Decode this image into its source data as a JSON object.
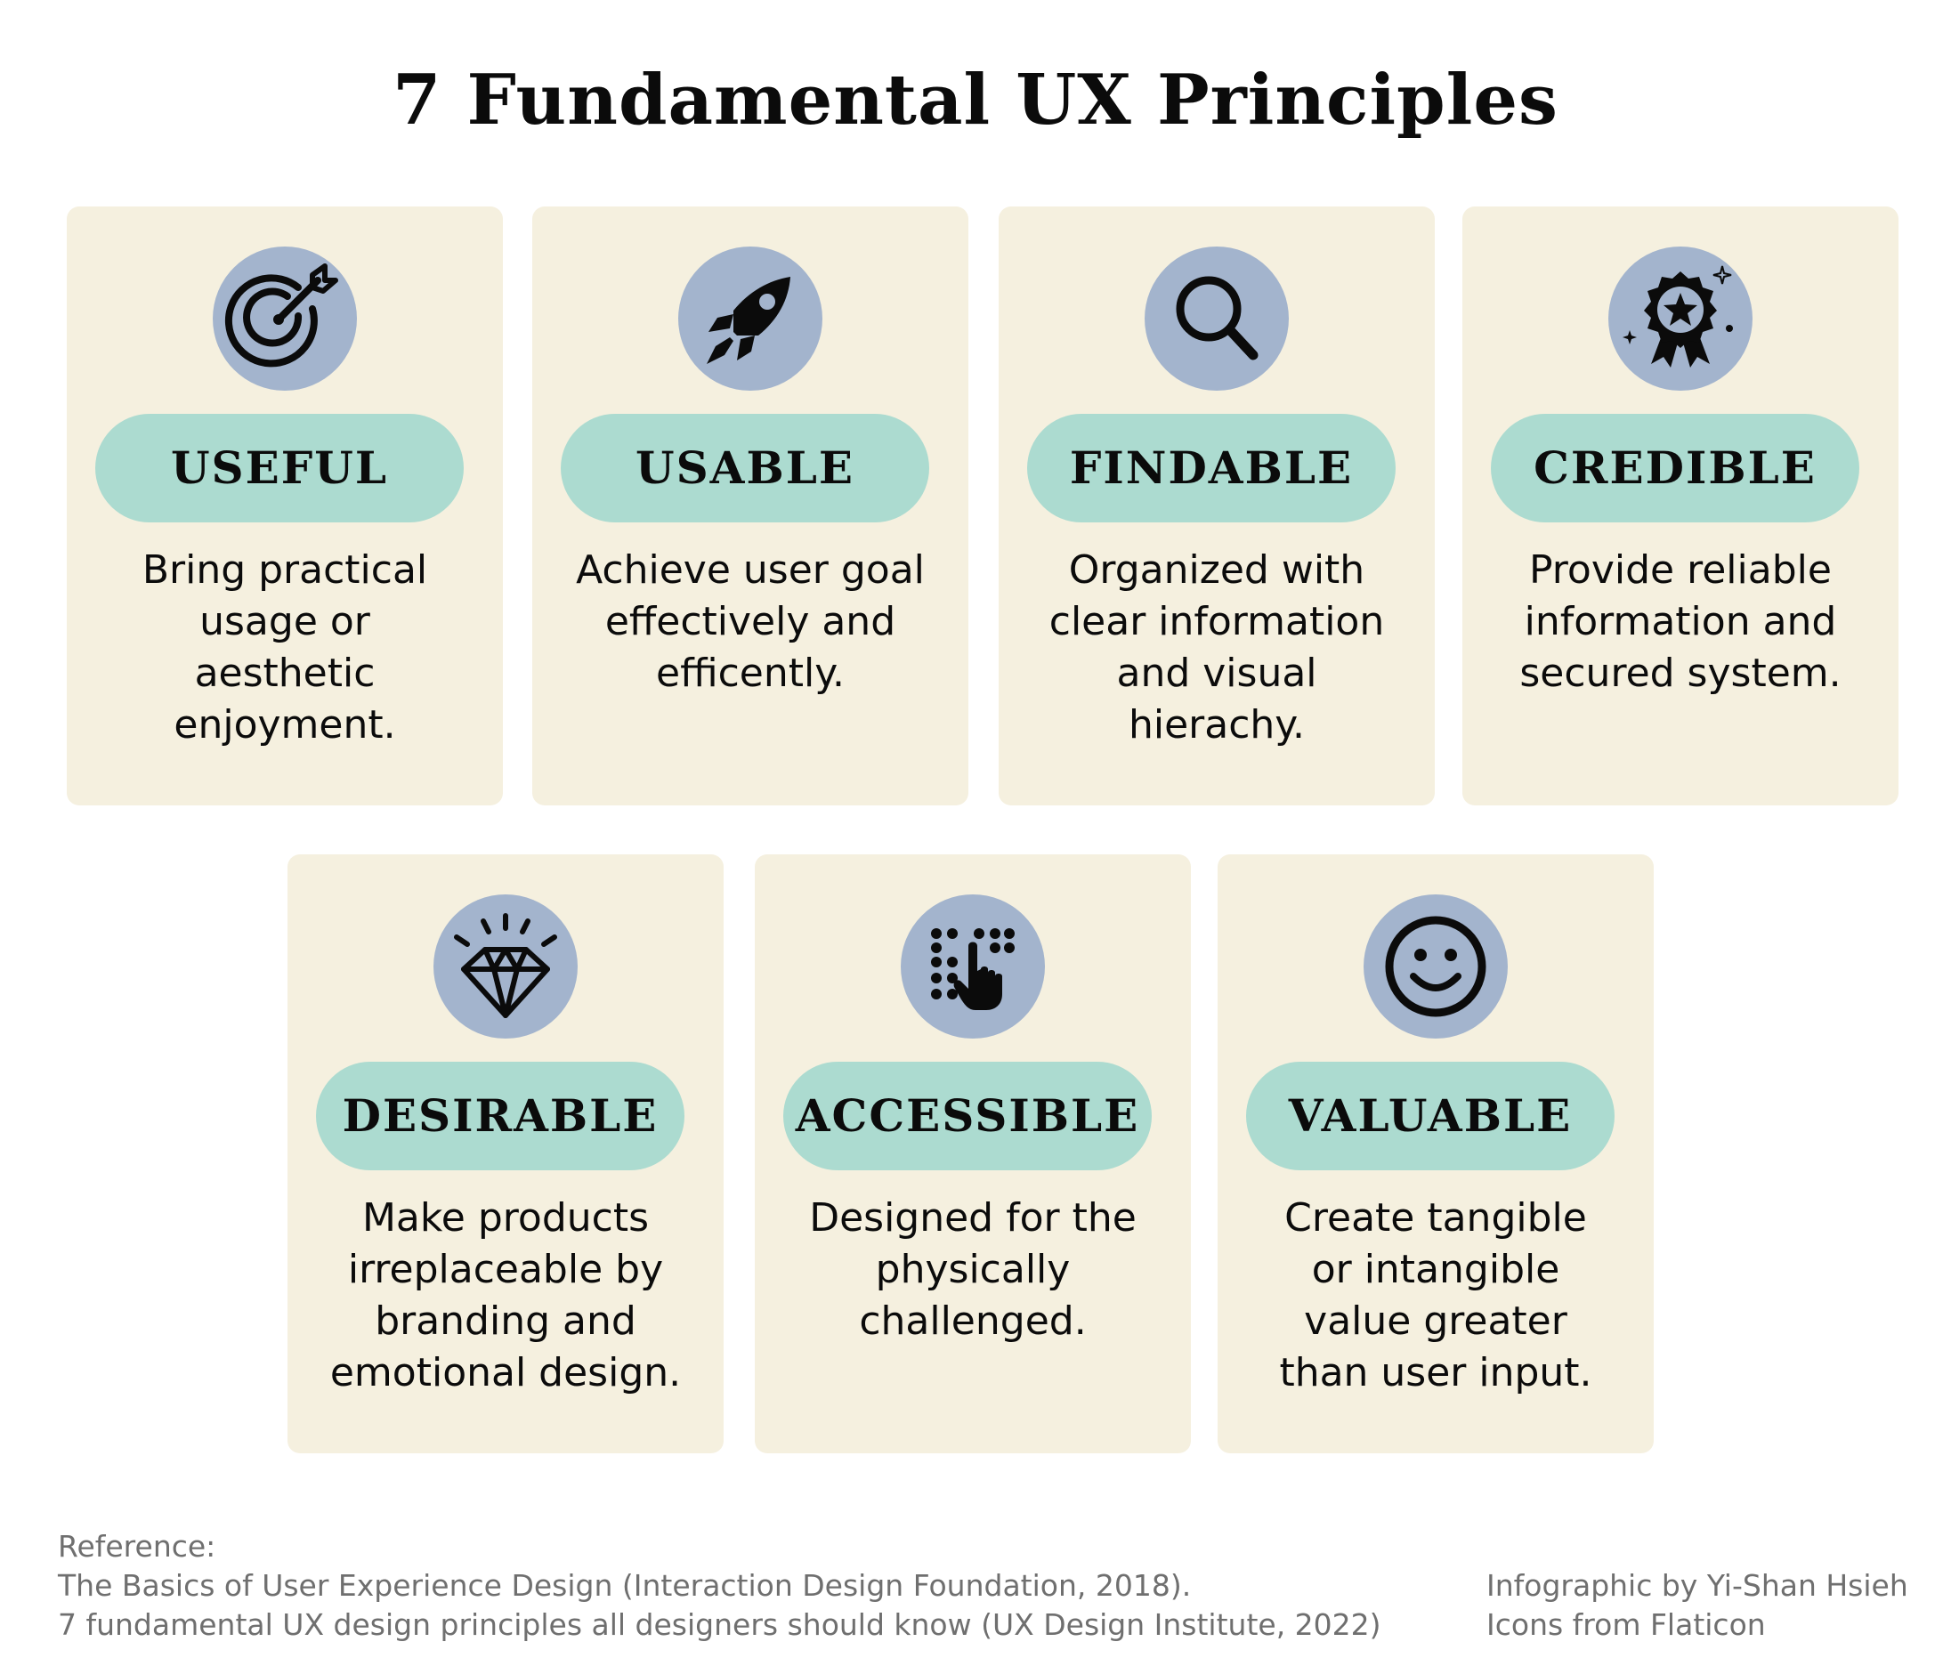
{
  "title": "7 Fundamental UX Principles",
  "colors": {
    "card_background": "#f5f0df",
    "icon_circle": "#a3b4cd",
    "label_pill": "#acdbd0",
    "footer_text": "#6f6f6f"
  },
  "principles": [
    {
      "icon": "target-icon",
      "label": "USEFUL",
      "description": [
        "Bring practical",
        "usage or",
        "aesthetic",
        "enjoyment."
      ]
    },
    {
      "icon": "rocket-icon",
      "label": "USABLE",
      "description": [
        "Achieve user goal",
        "effectively and",
        "efficently."
      ]
    },
    {
      "icon": "magnifier-icon",
      "label": "FINDABLE",
      "description": [
        "Organized with",
        "clear information",
        "and visual",
        "hierachy."
      ]
    },
    {
      "icon": "award-badge-icon",
      "label": "CREDIBLE",
      "description": [
        "Provide reliable",
        "information and",
        "secured system."
      ]
    },
    {
      "icon": "diamond-icon",
      "label": "DESIRABLE",
      "description": [
        "Make products",
        "irreplaceable by",
        "branding and",
        "emotional design."
      ]
    },
    {
      "icon": "braille-hand-icon",
      "label": "ACCESSIBLE",
      "description": [
        "Designed for the",
        "physically",
        "challenged."
      ]
    },
    {
      "icon": "smiley-icon",
      "label": "VALUABLE",
      "description": [
        "Create tangible",
        "or intangible",
        "value greater",
        "than user input."
      ]
    }
  ],
  "footer": {
    "reference_heading": "Reference:",
    "references": [
      "The Basics of User Experience Design (Interaction Design Foundation, 2018).",
      "7 fundamental UX design principles all designers should know (UX Design Institute, 2022)"
    ],
    "credits": [
      "Infographic by Yi-Shan Hsieh",
      "Icons from Flaticon"
    ]
  }
}
